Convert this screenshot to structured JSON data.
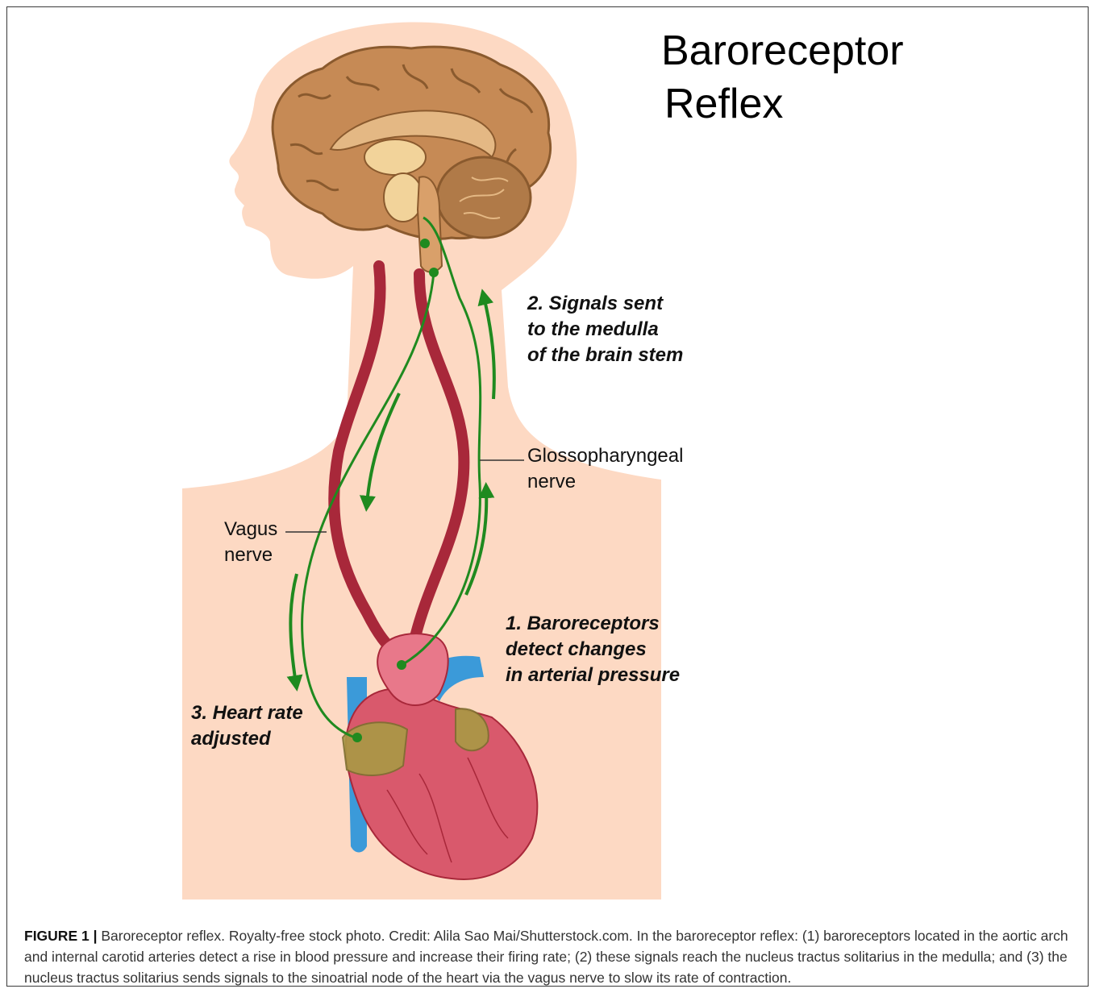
{
  "title": {
    "line1": "Baroreceptor",
    "line2": "Reflex"
  },
  "labels": {
    "signals": [
      "2. Signals sent",
      "to the medulla",
      "of the brain stem"
    ],
    "glosso": [
      "Glossopharyngeal",
      "nerve"
    ],
    "vagus": [
      "Vagus",
      "nerve"
    ],
    "baro": [
      "1. Baroreceptors",
      "detect changes",
      "in arterial pressure"
    ],
    "heart_rate": [
      "3. Heart rate",
      "adjusted"
    ]
  },
  "caption": {
    "lead": "FIGURE 1 |",
    "text": "Baroreceptor reflex. Royalty-free stock photo. Credit: Alila Sao Mai/Shutterstock.com. In the baroreceptor reflex: (1) baroreceptors located in the aortic arch and internal carotid arteries detect a rise in blood pressure and increase their firing rate; (2) these signals reach the nucleus tractus solitarius in the medulla; and (3) the nucleus tractus solitarius sends signals to the sinoatrial node of the heart via the vagus nerve to slow its rate of contraction."
  },
  "colors": {
    "skin": "#fdd9c3",
    "brain": "#c68a55",
    "nerve": "#1f8a1f",
    "artery": "#a8283a",
    "heart": "#d9596c",
    "vein": "#3b9ad9",
    "atrium": "#a99a45"
  }
}
